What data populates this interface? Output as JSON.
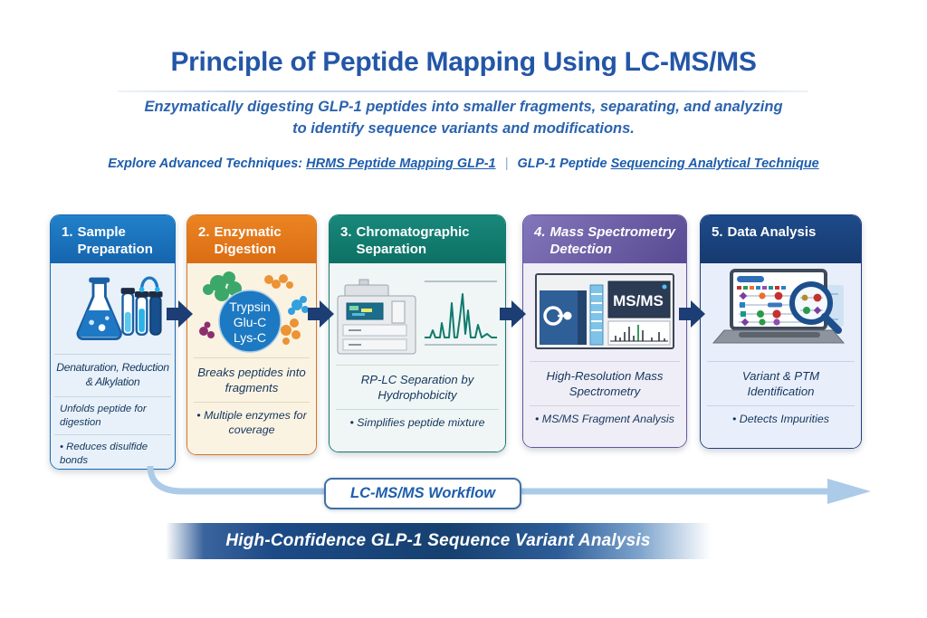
{
  "header": {
    "title": "Principle of Peptide Mapping Using LC-MS/MS",
    "subtitle_line1": "Enzymatically digesting GLP-1 peptides into smaller fragments, separating, and analyzing",
    "subtitle_line2": "to identify sequence variants and modifications.",
    "links": {
      "prefix": "Explore Advanced Techniques:",
      "link1": "HRMS Peptide Mapping GLP-1",
      "separator": "|",
      "link2_plain": "GLP-1 Peptide",
      "link2_underlined": "Sequencing Analytical Technique"
    }
  },
  "steps": [
    {
      "number": "1.",
      "title": "Sample Preparation",
      "caption": "Denaturation, Reduction & Alkylation",
      "details": [
        "Unfolds peptide for digestion",
        "• Reduces disulfide bonds"
      ],
      "icon": "flask-and-test-tubes-icon",
      "header_color": "#1a72ba",
      "body_color": "#e8f1f9"
    },
    {
      "number": "2.",
      "title": "Enzymatic Digestion",
      "caption": "Breaks peptides into fragments",
      "details": [
        "• Multiple enzymes for coverage"
      ],
      "enzymes": [
        "Trypsin",
        "Glu-C",
        "Lys-C"
      ],
      "icon": "enzymes-icon",
      "header_color": "#e1761c",
      "body_color": "#fbf3e2"
    },
    {
      "number": "3.",
      "title": "Chromatographic Separation",
      "caption": "RP-LC Separation by Hydrophobicity",
      "details": [
        "• Simplifies peptide mixture"
      ],
      "icon": "hplc-chromatogram-icon",
      "header_color": "#117c6f",
      "body_color": "#f0f6f5"
    },
    {
      "number": "4.",
      "title": "Mass Spectrometry Detection",
      "caption": "High-Resolution Mass Spectrometry",
      "details": [
        "• MS/MS Fragment Analysis"
      ],
      "screen_label": "MS/MS",
      "icon": "mass-spectrometer-icon",
      "header_color": "#6a5ca6",
      "body_color": "#efeef6"
    },
    {
      "number": "5.",
      "title": "Data Analysis",
      "caption": "Variant & PTM Identification",
      "details": [
        "• Detects Impurities"
      ],
      "icon": "laptop-magnifier-icon",
      "header_color": "#1c4382",
      "body_color": "#e9effa"
    }
  ],
  "workflow": {
    "label": "LC-MS/MS Workflow"
  },
  "banner": {
    "text": "High-Confidence GLP-1 Sequence Variant Analysis"
  },
  "colors": {
    "title_blue": "#2356a7",
    "link_blue": "#1d5dac",
    "arrow_navy": "#1c3e75",
    "workflow_line": "#abcbe8",
    "banner_navy": "#16406f"
  }
}
